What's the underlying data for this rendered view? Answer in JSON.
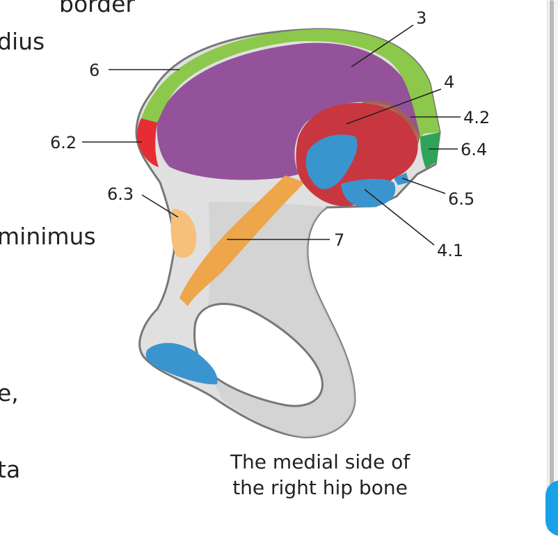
{
  "body_text_fragments": [
    "border",
    "dius",
    "minimus",
    "e,",
    "ta"
  ],
  "labels": {
    "l3": "3",
    "l4": "4",
    "l4_2": "4.2",
    "l6_4": "6.4",
    "l6": "6",
    "l6_2": "6.2",
    "l6_3": "6.3",
    "l6_5": "6.5",
    "l7": "7",
    "l4_1": "4.1"
  },
  "caption": {
    "line1": "The medial side of",
    "line2": "the right hip bone"
  },
  "colors": {
    "bone": "#e0e0e0",
    "bone_shade": "#cfcfcf",
    "outline": "#777777",
    "iliac_fossa": "#94529a",
    "iliac_crest": "#8cc84b",
    "anterior_spine": "#e52d33",
    "gluteal_tubercle": "#f6c07a",
    "arcuate_line": "#eea64a",
    "auricular_surface": "#c8373f",
    "auricular_tuberosity": "#3a95cf",
    "posterior_spine": "#30a35b",
    "brown_region": "#a5614a",
    "accent_blue": "#1aa0e6"
  }
}
